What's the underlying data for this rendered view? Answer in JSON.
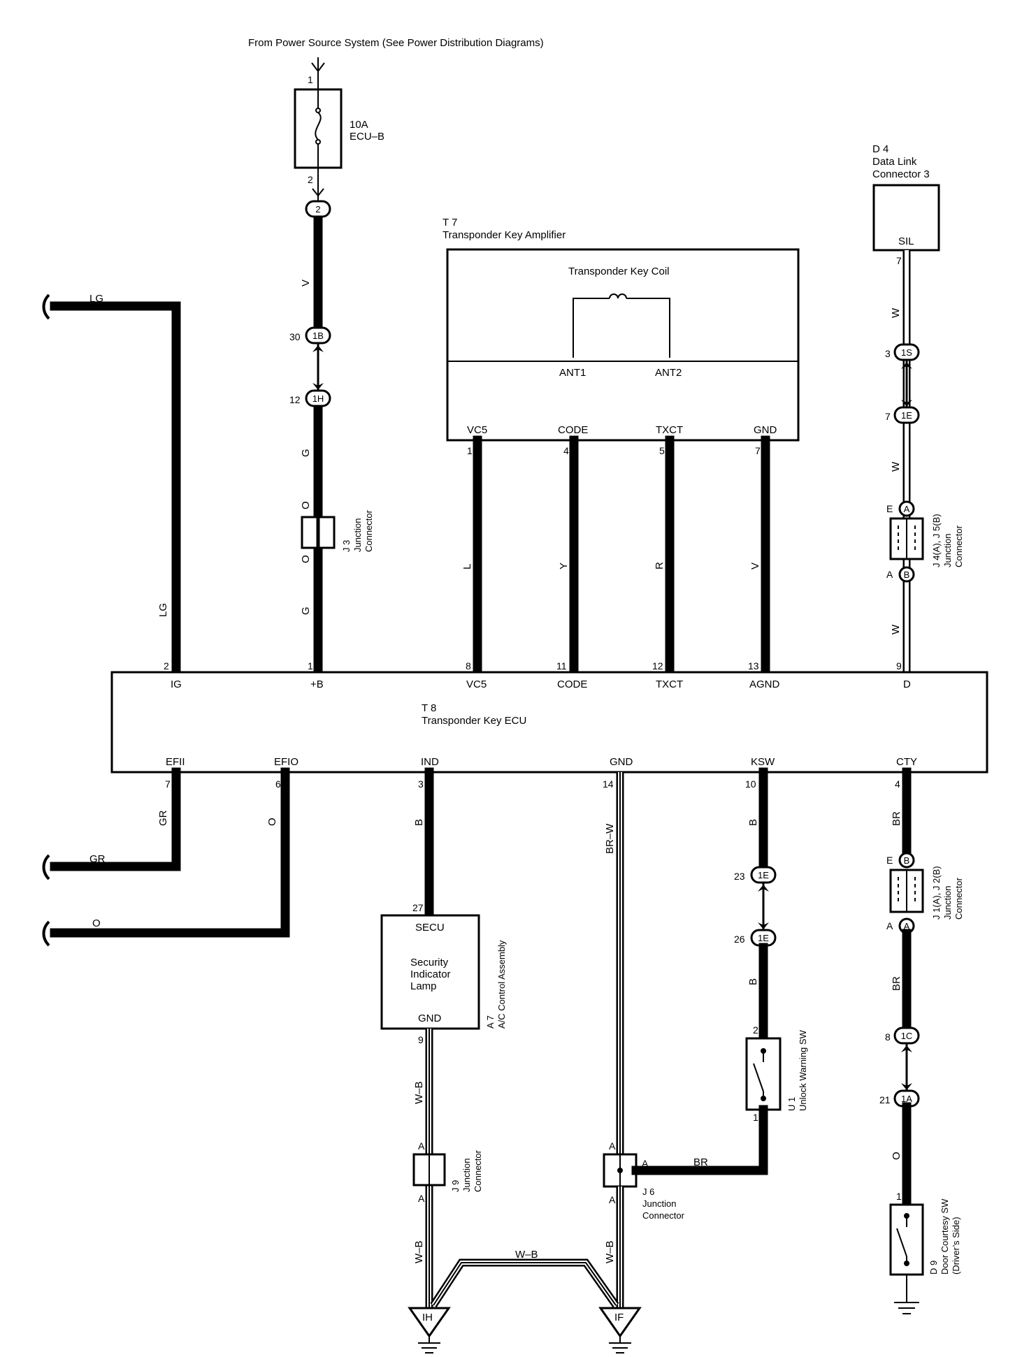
{
  "header": {
    "power_source": "From Power Source System (See Power Distribution Diagrams)"
  },
  "fuse": {
    "rating": "10A",
    "name": "ECU–B",
    "pin_in": "1",
    "pin_out": "2",
    "junction": "2"
  },
  "t7": {
    "id": "T 7",
    "name": "Transponder Key Amplifier",
    "coil": "Transponder Key Coil",
    "ant1": "ANT1",
    "ant2": "ANT2",
    "terminals": [
      "VC5",
      "CODE",
      "TXCT",
      "GND"
    ],
    "pins": [
      "1",
      "4",
      "5",
      "7"
    ]
  },
  "d4": {
    "id": "D 4",
    "line1": "Data Link",
    "line2": "Connector 3",
    "terminal": "SIL",
    "pin": "7"
  },
  "t8": {
    "id": "T 8",
    "name": "Transponder Key ECU",
    "top_terms": [
      "IG",
      "+B",
      "VC5",
      "CODE",
      "TXCT",
      "AGND",
      "D"
    ],
    "top_pins": [
      "2",
      "1",
      "8",
      "11",
      "12",
      "13",
      "9"
    ],
    "bottom_terms": [
      "EFII",
      "EFIO",
      "IND",
      "GND",
      "KSW",
      "CTY"
    ],
    "bottom_pins": [
      "7",
      "6",
      "3",
      "14",
      "10",
      "4"
    ]
  },
  "wire_colors": {
    "lg": "LG",
    "v": "V",
    "g": "G",
    "o": "O",
    "l": "L",
    "y": "Y",
    "r": "R",
    "w": "W",
    "gr": "GR",
    "b": "B",
    "brw": "BR–W",
    "wb": "W–B",
    "br": "BR"
  },
  "connectors": {
    "c1b": "1B",
    "c1h": "1H",
    "c1s": "1S",
    "c1e": "1E",
    "c1c": "1C",
    "c1a": "1A",
    "p30": "30",
    "p12": "12",
    "p3": "3",
    "p7": "7",
    "p23": "23",
    "p26": "26",
    "p8": "8",
    "p21": "21",
    "p27": "27",
    "p9": "9",
    "p2": "2",
    "p1": "1",
    "a": "A",
    "b": "B",
    "e": "E"
  },
  "j3": {
    "id": "J 3",
    "line1": "Junction",
    "line2": "Connector"
  },
  "j4j5": {
    "id": "J 4(A), J 5(B)",
    "line1": "Junction",
    "line2": "Connector"
  },
  "j1j2": {
    "id": "J 1(A), J 2(B)",
    "line1": "Junction",
    "line2": "Connector"
  },
  "j9": {
    "id": "J 9",
    "line1": "Junction",
    "line2": "Connector"
  },
  "j6": {
    "id": "J 6",
    "line1": "Junction",
    "line2": "Connector"
  },
  "a7": {
    "id": "A 7",
    "name": "A/C Control Assembly",
    "secu": "SECU",
    "lamp1": "Security",
    "lamp2": "Indicator",
    "lamp3": "Lamp",
    "gnd": "GND"
  },
  "u1": {
    "id": "U 1",
    "name": "Unlock Warning SW"
  },
  "d9": {
    "id": "D 9",
    "line1": "Door Courtesy SW",
    "line2": "(Driver’s Side)"
  },
  "grounds": {
    "ih": "IH",
    "if": "IF"
  }
}
